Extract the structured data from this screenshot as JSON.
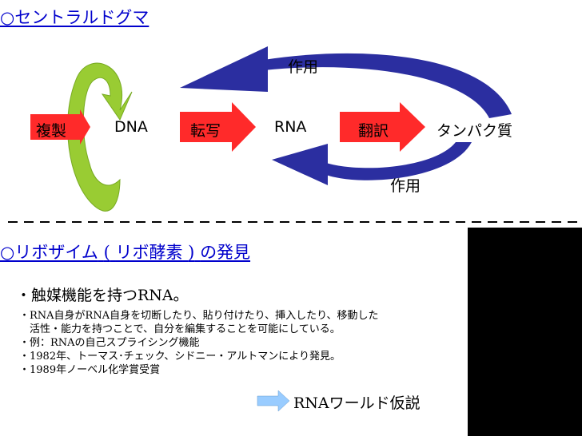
{
  "section1": {
    "title": "○セントラルドグマ"
  },
  "diagram": {
    "dna": "DNA",
    "rna": "RNA",
    "protein": "タンパク質",
    "replication": "複製",
    "transcription": "転写",
    "translation": "翻訳",
    "action_top": "作用",
    "action_bottom": "作用"
  },
  "section2": {
    "title_a": "○リボザイム",
    "paren_open": "(",
    "title_b": "リボ酵素",
    "paren_close": ")",
    "title_c": "の発見"
  },
  "content": {
    "main_point": "・触媒機能を持つRNA。",
    "bullets": [
      "・RNA自身がRNA自身を切断したり、貼り付けたり、挿入したり、移動した",
      "　活性・能力を持つことで、自分を編集することを可能にしている。",
      "・例：RNAの自己スプライシング機能",
      "・1982年、トーマス･チェック、シドニー・アルトマンにより発見。",
      "・1989年ノーベル化学賞受賞"
    ],
    "rna_world": "RNAワールド仮説"
  },
  "colors": {
    "heading": "#0000cc",
    "red_arrow": "#ff2a2a",
    "blue_arrow": "#2b2ea0",
    "green_arrow": "#99cc33",
    "light_blue_arrow": "#99ccff"
  }
}
